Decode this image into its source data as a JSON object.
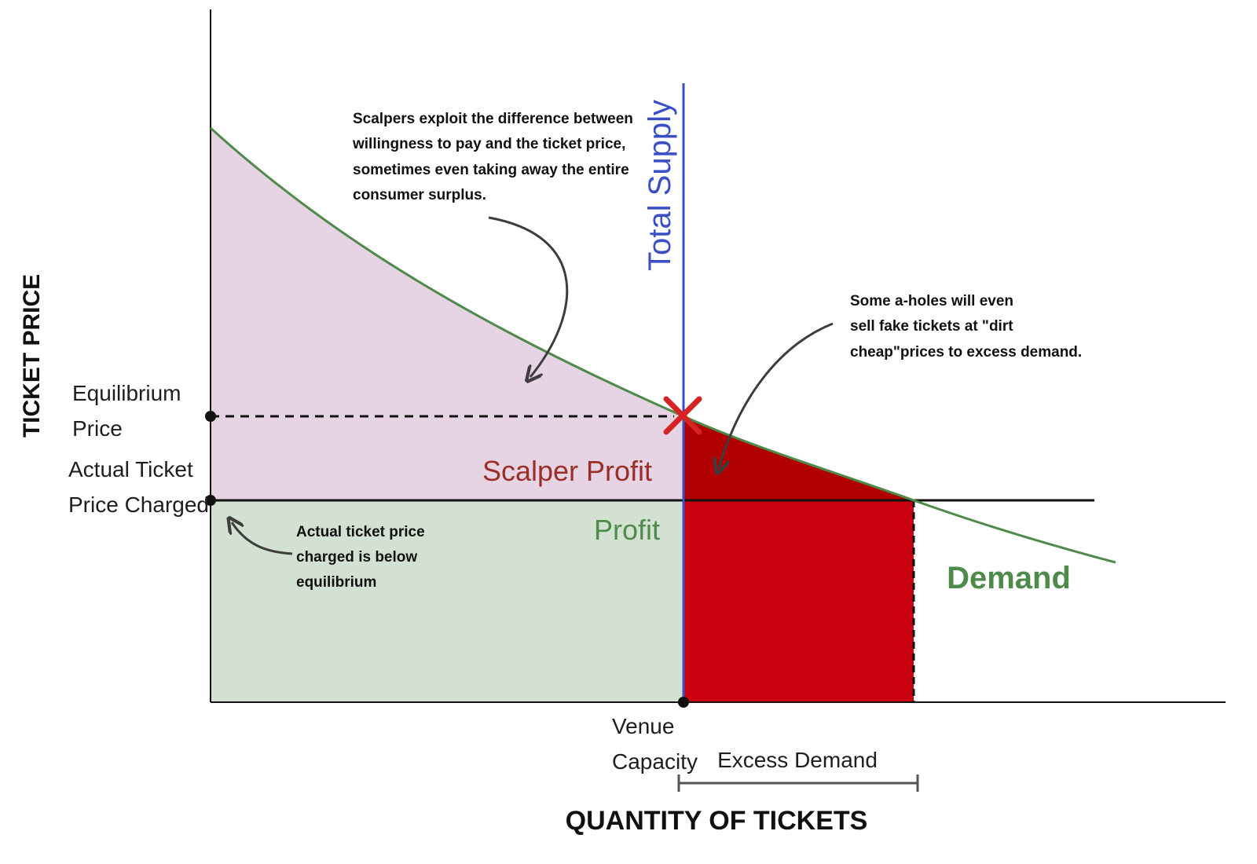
{
  "axes": {
    "y_title": "TICKET PRICE",
    "x_title": "QUANTITY OF TICKETS"
  },
  "labels": {
    "equilibrium_price": [
      "Equilibrium",
      "Price"
    ],
    "actual_price": [
      "Actual Ticket",
      "Price Charged"
    ],
    "venue_capacity": [
      "Venue",
      "Capacity"
    ],
    "excess_demand": "Excess Demand",
    "total_supply": "Total Supply",
    "demand": "Demand",
    "scalper_profit": "Scalper Profit",
    "profit": "Profit"
  },
  "annotations": {
    "scalpers": [
      "Scalpers exploit the difference between",
      "willingness to pay and the ticket price,",
      "sometimes even taking away the entire",
      "consumer surplus."
    ],
    "fake_tickets": [
      "Some a-holes will even",
      "sell fake tickets at \"dirt",
      "cheap\"prices to excess demand."
    ],
    "below_equilibrium": [
      "Actual ticket price",
      "charged is below",
      "equilibrium"
    ]
  },
  "colors": {
    "demand": "#4e8a4a",
    "supply": "#3a4fc4",
    "consumer_surplus_fill": "#e6d3e3",
    "profit_fill": "#d3e1d3",
    "scalper_zone_fill": "#b00000",
    "excess_demand_fill": "#c8000f",
    "scalper_label": "#9a2f27",
    "profit_label": "#4e8a4a",
    "equilibrium_mark": "#d62323",
    "axis": "#111111"
  },
  "icons": {
    "equilibrium_marker": "x-mark-icon",
    "point_marker": "dot-icon",
    "pointer": "curved-arrow-icon"
  }
}
